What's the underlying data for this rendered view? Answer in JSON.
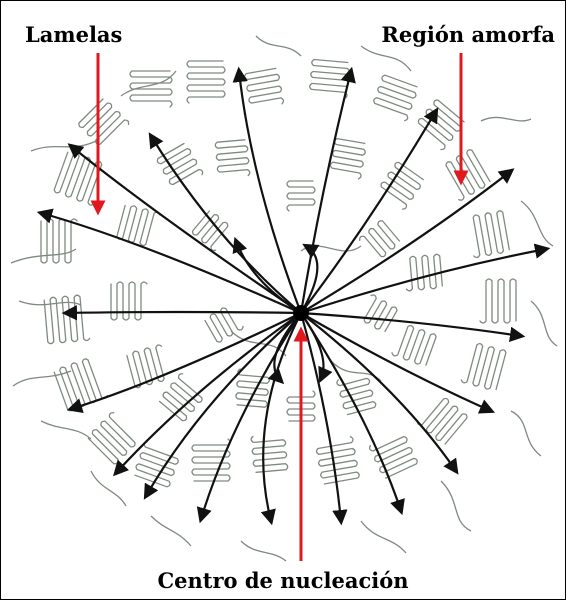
{
  "diagram": {
    "labels": {
      "lamelas": "Lamelas",
      "region_amorfa": "Región amorfa",
      "centro_nucleacion": "Centro de nucleación"
    },
    "colors": {
      "chains": "#7f8a7f",
      "arrows": "#111111",
      "pointers": "#e0191f",
      "nucleus": "#000000",
      "background": "#ffffff"
    }
  }
}
